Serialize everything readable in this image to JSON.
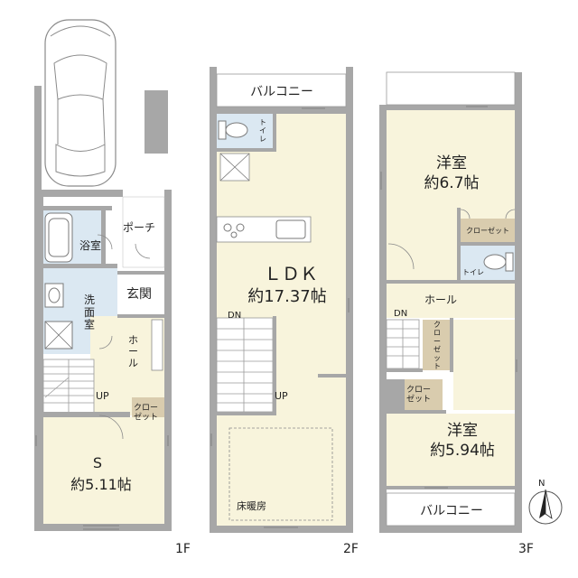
{
  "floors": {
    "f1": {
      "floor_label": "1F",
      "bath": "浴室",
      "porch": "ポーチ",
      "washroom": "洗\n面\n室",
      "entrance": "玄関",
      "hall": "ホ\nー\nル",
      "up": "UP",
      "closet": "クロー\nゼット",
      "room_s_name": "S",
      "room_s_size": "約5.11帖"
    },
    "f2": {
      "floor_label": "2F",
      "balcony": "バルコニー",
      "toilet": "ト\nイ\nレ",
      "ldk_name": "ＬＤＫ",
      "ldk_size": "約17.37帖",
      "dn": "DN",
      "up": "UP",
      "floor_heating": "床暖房"
    },
    "f3": {
      "floor_label": "3F",
      "room1_name": "洋室",
      "room1_size": "約6.7帖",
      "closet_top": "クローゼット",
      "toilet": "トイレ",
      "hall": "ホール",
      "dn": "DN",
      "closet_vertical": "ク\nロ\nー\nゼ\nッ\nト",
      "closet_lower": "クロー\nゼット",
      "room2_name": "洋室",
      "room2_size": "約5.94帖",
      "balcony": "バルコニー"
    }
  },
  "compass": {
    "label": "N"
  },
  "colors": {
    "wall": "#a7a7a7",
    "room_cream": "#f8f4dc",
    "wet_blue": "#dbe8f2",
    "closet_tan": "#d9ccae"
  }
}
